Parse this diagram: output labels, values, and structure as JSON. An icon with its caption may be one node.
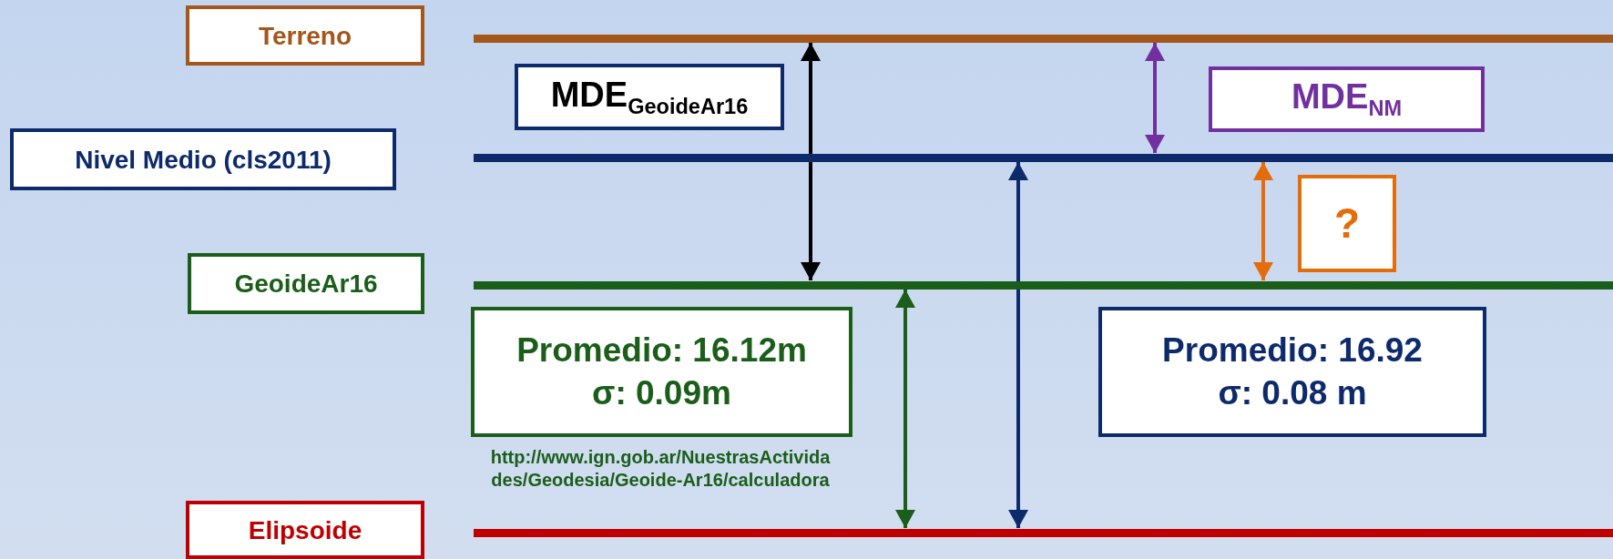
{
  "diagram": {
    "nodes": [
      {
        "text": [
          "Terreno"
        ]
      },
      {
        "text": [],
        "shape": "bar"
      },
      {
        "text": [
          "MDE$_{GeoideAr16}$"
        ]
      },
      {
        "text": [
          "MDE$_{NM}$"
        ]
      },
      {
        "text": [
          "Nivel Medio (cls2011)"
        ]
      },
      {
        "text": [],
        "shape": "bar"
      },
      {
        "text": [
          "?"
        ]
      },
      {
        "text": [
          "GeoideAr16"
        ]
      },
      {
        "text": [],
        "shape": "bar"
      },
      {
        "text": [
          "Promedio: 16.12m",
          "σ: 0.09m"
        ],
        "beside": [
          "http://www.ign.gob.ar/NuestrasActividades/Geodesia/Geoide-Ar16/calculadora"
        ]
      },
      {
        "text": [
          "Promedio: 16.92",
          "σ: 0.08 m"
        ]
      },
      {
        "text": [
          "Elipsoide"
        ]
      },
      {
        "text": [],
        "shape": "bar"
      }
    ],
    "edges": [
      {
        "from": 1,
        "to": 8,
        "arrow": "both",
        "color": "#000000"
      },
      {
        "from": 1,
        "to": 5,
        "arrow": "both",
        "color": "#7030a0"
      },
      {
        "from": 5,
        "to": 12,
        "arrow": "both",
        "color": "#0d2a6b"
      },
      {
        "from": 5,
        "to": 8,
        "arrow": "both",
        "color": "#e46c0a"
      },
      {
        "from": 8,
        "to": 12,
        "arrow": "both",
        "color": "#1a5e1a"
      }
    ]
  }
}
